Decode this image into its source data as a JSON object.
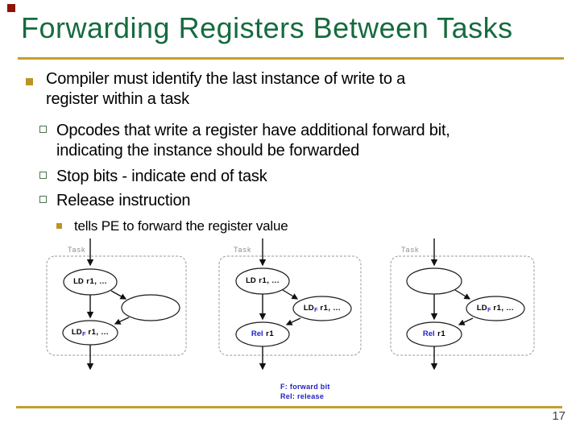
{
  "slide": {
    "title": "Forwarding Registers Between Tasks",
    "page_number": "17"
  },
  "colors": {
    "title_green": "#156B3E",
    "rule_gold": "#C2A02C",
    "bullet_gold": "#BD9424",
    "hollow_bullet_green": "#4D7152",
    "legend_blue": "#1F1FBF",
    "subscript_blue": "#2222CC",
    "corner_red": "#8C1404"
  },
  "bullets": [
    {
      "level": 1,
      "text": "Compiler must identify the last instance of write to a\nregister within a task"
    },
    {
      "level": 2,
      "text": "Opcodes that write a register have additional forward bit,\nindicating the instance should be forwarded"
    },
    {
      "level": 2,
      "text": "Stop bits - indicate end of task"
    },
    {
      "level": 2,
      "text": "Release instruction"
    },
    {
      "level": 3,
      "text": "tells PE to forward the register value"
    }
  ],
  "diagram": {
    "task_label": "Task",
    "tasks": [
      {
        "nodes": [
          {
            "op": "LD",
            "sub": "",
            "rest": "r1, ..."
          },
          {
            "op": "",
            "sub": "",
            "rest": ""
          },
          {
            "op": "LD",
            "sub": "F",
            "rest": "r1, ..."
          }
        ]
      },
      {
        "nodes": [
          {
            "op": "LD",
            "sub": "",
            "rest": "r1, ..."
          },
          {
            "op": "LD",
            "sub": "F",
            "rest": "r1, ..."
          },
          {
            "op": "Rel",
            "sub": "",
            "rest": "r1"
          }
        ]
      },
      {
        "nodes": [
          {
            "op": "",
            "sub": "",
            "rest": ""
          },
          {
            "op": "LD",
            "sub": "F",
            "rest": "r1, ..."
          },
          {
            "op": "Rel",
            "sub": "",
            "rest": "r1"
          }
        ]
      }
    ],
    "legend": {
      "line1": "F: forward bit",
      "line2": "Rel: release"
    }
  }
}
